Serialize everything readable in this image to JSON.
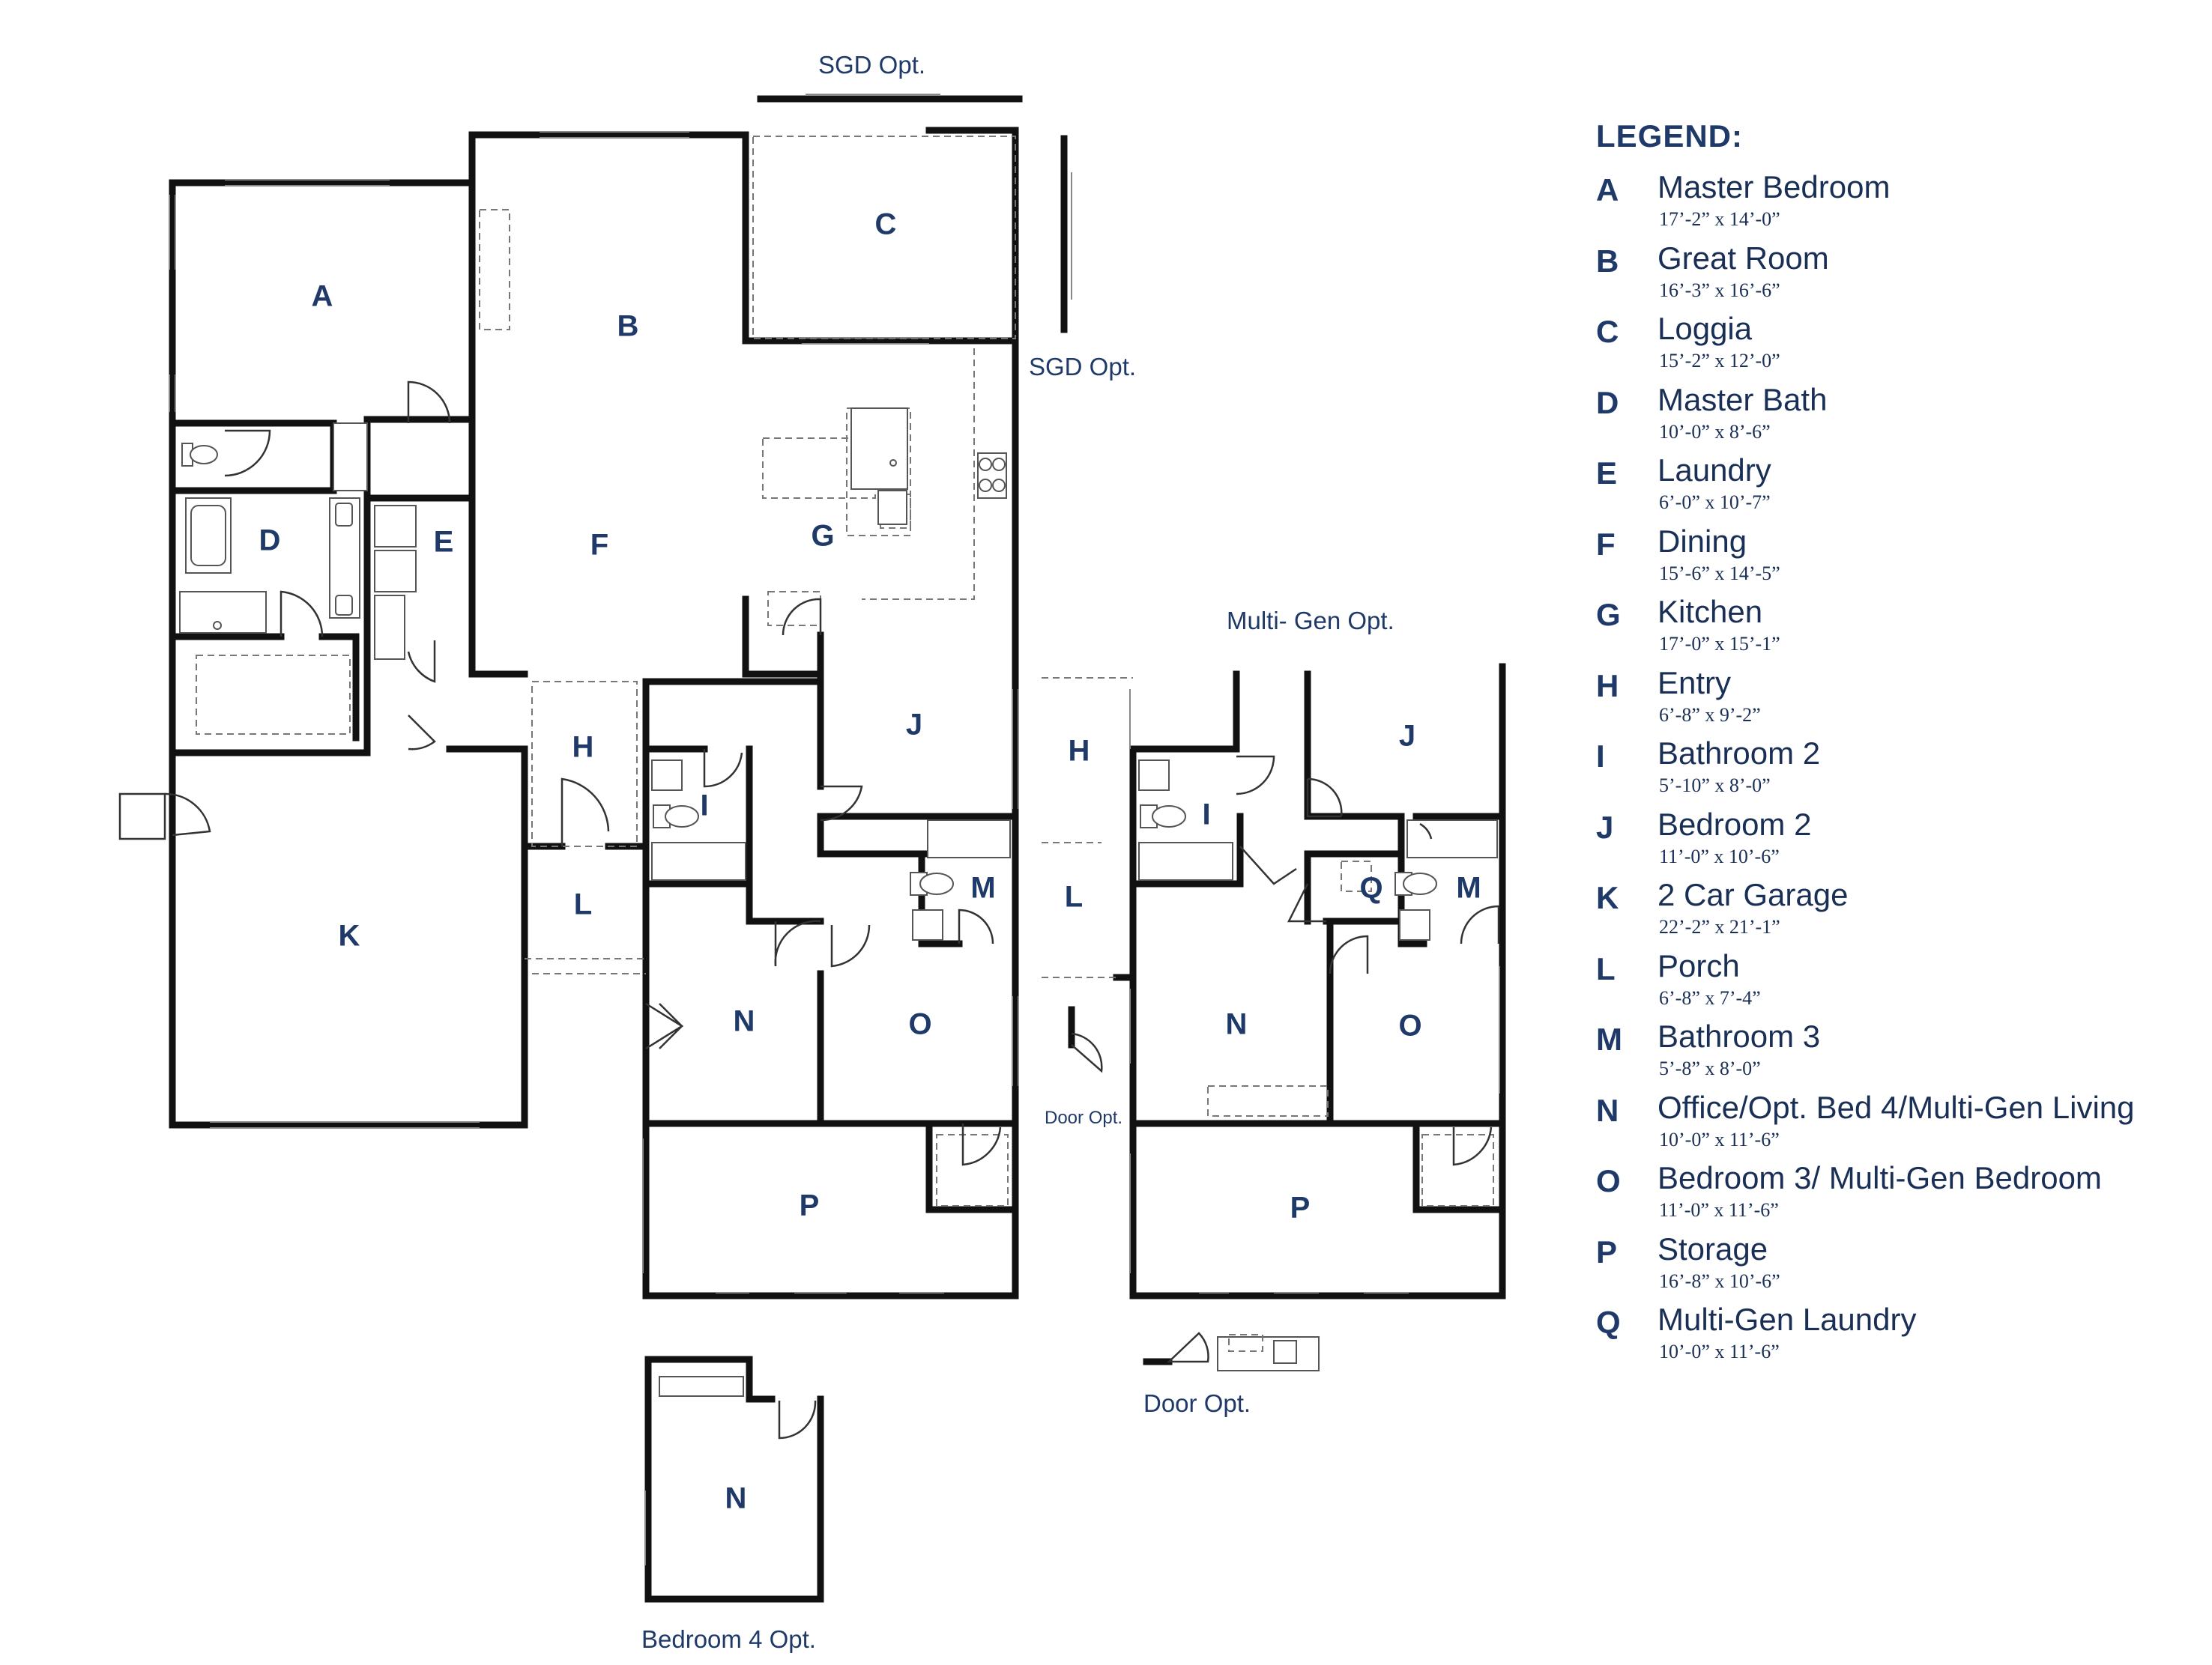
{
  "rooms": {
    "A": "A",
    "B": "B",
    "C": "C",
    "D": "D",
    "E": "E",
    "F": "F",
    "G": "G",
    "H": "H",
    "I": "I",
    "J": "J",
    "K": "K",
    "L": "L",
    "M": "M",
    "N": "N",
    "O": "O",
    "P": "P",
    "Q": "Q"
  },
  "options": {
    "sgd_top": "SGD Opt.",
    "sgd_right": "SGD Opt.",
    "multi_gen": "Multi- Gen Opt.",
    "door_opt_small": "Door Opt.",
    "door_opt": "Door Opt.",
    "bedroom4": "Bedroom 4 Opt."
  },
  "legend": {
    "title": "LEGEND:",
    "items": [
      {
        "letter": "A",
        "name": "Master Bedroom",
        "dims": "17’-2” x 14’-0”"
      },
      {
        "letter": "B",
        "name": "Great Room",
        "dims": "16’-3” x 16’-6”"
      },
      {
        "letter": "C",
        "name": "Loggia",
        "dims": "15’-2” x 12’-0”"
      },
      {
        "letter": "D",
        "name": "Master Bath",
        "dims": "10’-0” x 8’-6”"
      },
      {
        "letter": "E",
        "name": "Laundry",
        "dims": "6’-0” x 10’-7”"
      },
      {
        "letter": "F",
        "name": "Dining",
        "dims": "15’-6” x 14’-5”"
      },
      {
        "letter": "G",
        "name": "Kitchen",
        "dims": "17’-0” x 15’-1”"
      },
      {
        "letter": "H",
        "name": "Entry",
        "dims": "6’-8” x 9’-2”"
      },
      {
        "letter": "I",
        "name": "Bathroom 2",
        "dims": "5’-10” x 8’-0”"
      },
      {
        "letter": "J",
        "name": "Bedroom 2",
        "dims": "11’-0” x 10’-6”"
      },
      {
        "letter": "K",
        "name": "2 Car Garage",
        "dims": "22’-2” x 21’-1”"
      },
      {
        "letter": "L",
        "name": "Porch",
        "dims": "6’-8” x 7’-4”"
      },
      {
        "letter": "M",
        "name": "Bathroom 3",
        "dims": "5’-8” x 8’-0”"
      },
      {
        "letter": "N",
        "name": "Office/Opt. Bed 4/Multi-Gen Living",
        "dims": "10’-0” x 11’-6”"
      },
      {
        "letter": "O",
        "name": "Bedroom 3/ Multi-Gen Bedroom",
        "dims": "11’-0” x 11’-6”"
      },
      {
        "letter": "P",
        "name": "Storage",
        "dims": "16’-8” x 10’-6”"
      },
      {
        "letter": "Q",
        "name": "Multi-Gen Laundry",
        "dims": "10’-0” x 11’-6”"
      }
    ]
  }
}
